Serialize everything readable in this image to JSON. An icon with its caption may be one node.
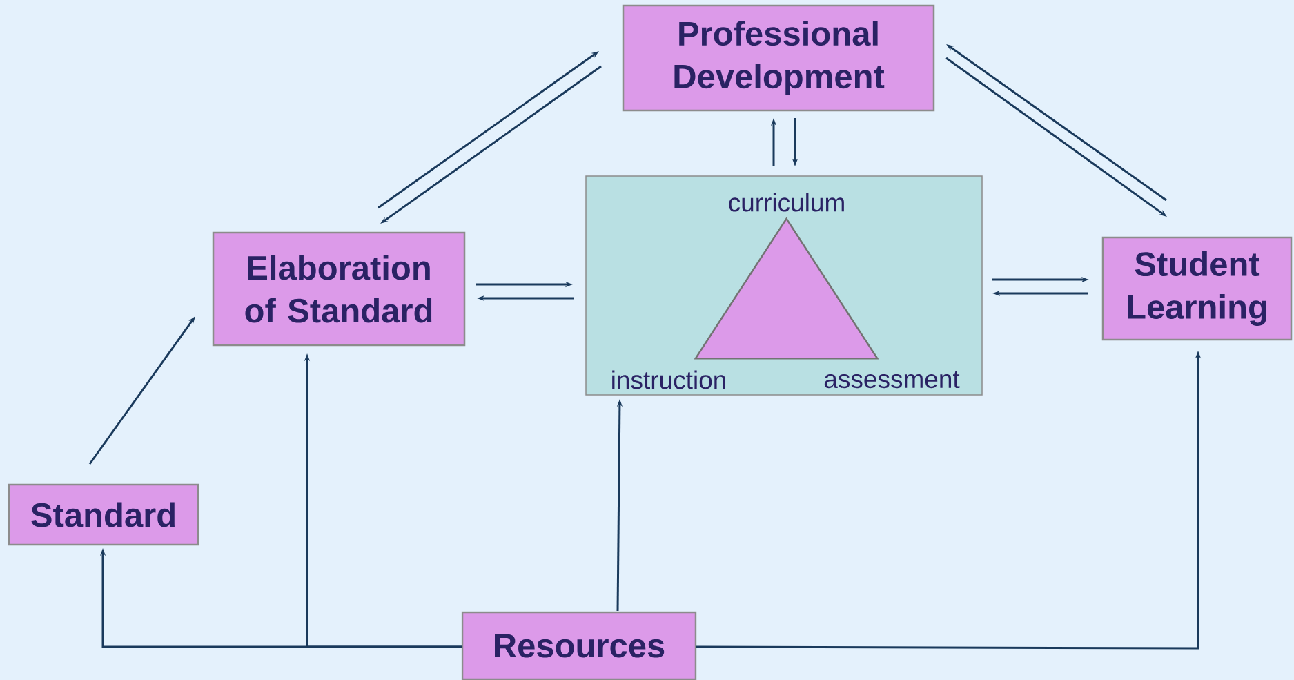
{
  "diagram": {
    "nodes": [
      {
        "text": [
          "Professional Development"
        ]
      },
      {
        "text": [
          "Elaboration of Standard"
        ]
      },
      {
        "text": [
          "curriculum",
          "instruction",
          "assessment"
        ]
      },
      {
        "text": [],
        "shape": "triangle",
        "in": 2
      },
      {
        "text": [
          "Student Learning"
        ]
      },
      {
        "text": [
          "Standard"
        ]
      },
      {
        "text": [
          "Resources"
        ]
      }
    ],
    "edges": [
      {
        "from": 1,
        "to": 0,
        "arrow": "to"
      },
      {
        "from": 0,
        "to": 1,
        "arrow": "to"
      },
      {
        "from": 2,
        "to": 0,
        "arrow": "to"
      },
      {
        "from": 0,
        "to": 2,
        "arrow": "to"
      },
      {
        "from": 4,
        "to": 0,
        "arrow": "to"
      },
      {
        "from": 0,
        "to": 4,
        "arrow": "to"
      },
      {
        "from": 1,
        "to": 2,
        "arrow": "to"
      },
      {
        "from": 2,
        "to": 1,
        "arrow": "to"
      },
      {
        "from": 2,
        "to": 4,
        "arrow": "to"
      },
      {
        "from": 4,
        "to": 2,
        "arrow": "to"
      },
      {
        "from": 5,
        "to": 1,
        "arrow": "to"
      },
      {
        "from": 6,
        "to": 5,
        "arrow": "to"
      },
      {
        "from": 6,
        "to": 1,
        "arrow": "to"
      },
      {
        "from": 6,
        "to": 2,
        "arrow": "to"
      },
      {
        "from": 6,
        "to": 4,
        "arrow": "to"
      }
    ]
  }
}
